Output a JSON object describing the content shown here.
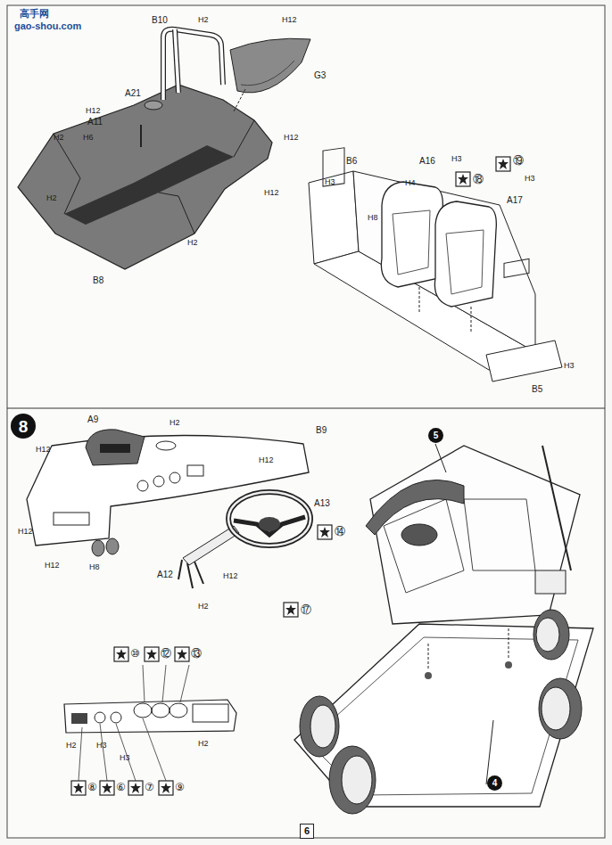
{
  "diagram": {
    "nodes": [
      {
        "text": [
          "8"
        ]
      },
      {
        "text": [
          "5"
        ]
      },
      {
        "text": [
          "4"
        ]
      },
      {
        "text": [
          "6"
        ]
      }
    ],
    "labels": [
      "高手网",
      "gao-shou.com",
      "B10",
      "H2",
      "H12",
      "G3",
      "H12",
      "A21",
      "H12",
      "A11",
      "H2",
      "H6",
      "H12",
      "H2",
      "H2",
      "B8",
      "B6",
      "H3",
      "A16",
      "H3",
      "H4",
      "⑱",
      "⑲",
      "H3",
      "A17",
      "H8",
      "B5",
      "H3",
      "A9",
      "B9",
      "H12",
      "H2",
      "H12",
      "H12",
      "A13",
      "A12",
      "H2",
      "H12",
      "H12",
      "H8",
      "⑭",
      "⑰",
      "⑩",
      "⑫",
      "⑬",
      "H2",
      "H3",
      "H3",
      "H2",
      "⑧",
      "⑥",
      "⑦",
      "⑨"
    ]
  }
}
